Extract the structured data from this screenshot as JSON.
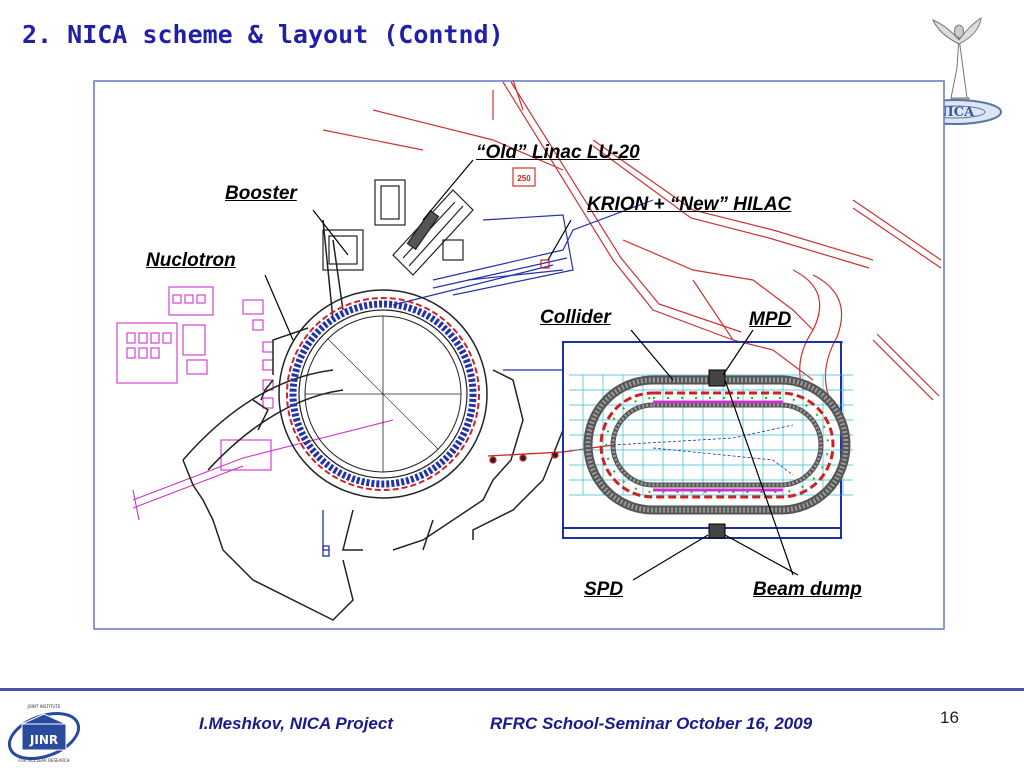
{
  "slide": {
    "title": "2. NICA scheme & layout (Contnd)",
    "page_number": "16"
  },
  "labels": {
    "linac": "“Old” Linac LU-20",
    "booster": "Booster",
    "krion": "KRION + “New” HILAC",
    "nuclotron": "Nuclotron",
    "collider": "Collider",
    "mpd": "MPD",
    "spd": "SPD",
    "beam_dump": "Beam dump",
    "building": "250"
  },
  "footer": {
    "author": "I.Meshkov, NICA Project",
    "event": "RFRC School-Seminar October 16, 2009"
  },
  "logos": {
    "jinr_text": "JINR",
    "jinr_top": "JOINT INSTITUTE",
    "jinr_bottom": "FOR NUCLEAR RESEARCH",
    "nica_text": "NICA"
  },
  "colors": {
    "title": "#1f1fa8",
    "frame": "#6a74c8",
    "collider_frame": "#1a2fa8",
    "magenta": "#cc33cc",
    "red": "#cc2222",
    "cyan": "#33bbcc"
  }
}
